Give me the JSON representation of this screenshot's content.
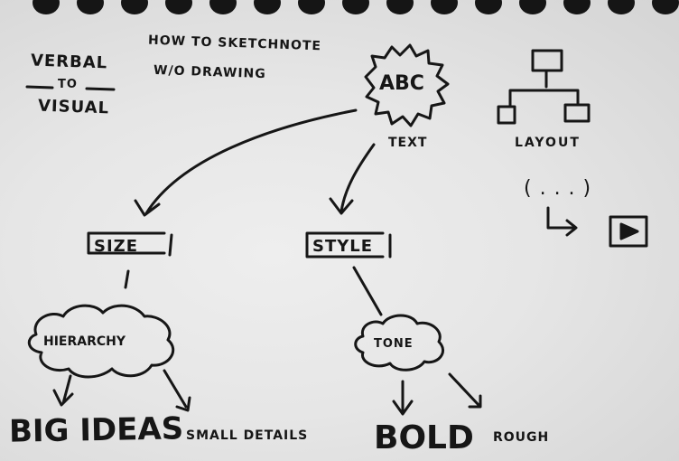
{
  "note": {
    "verbal": "VERBAL",
    "to": "TO",
    "visual": "VISUAL",
    "subtitle_line1": "HOW TO SKETCHNOTE",
    "subtitle_line2": "W/O DRAWING",
    "abc": "ABC",
    "text": "TEXT",
    "layout": "LAYOUT",
    "ellipsis": "( . . . )",
    "size": "SIZE",
    "style": "STYLE",
    "hierarchy": "HIERARCHY",
    "tone": "TONE",
    "big_ideas": "BIG IDEAS",
    "small_details": "SMALL DETAILS",
    "bold": "BOLD",
    "rough": "ROUGH"
  }
}
